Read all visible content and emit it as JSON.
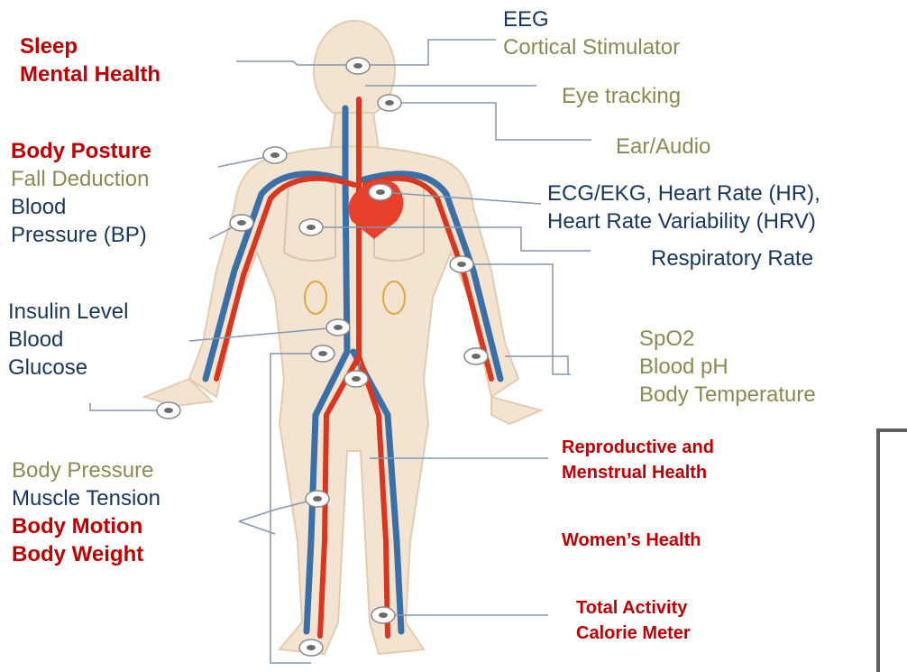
{
  "labels": {
    "sleep": "Sleep",
    "mental_health": "Mental Health",
    "body_posture": "Body Posture",
    "fall_deduction": "Fall Deduction",
    "blood": "Blood",
    "pressure_bp": "Pressure (BP)",
    "insulin_level": "Insulin Level",
    "blood2": "Blood",
    "glucose": "Glucose",
    "body_pressure": "Body Pressure",
    "muscle_tension": "Muscle Tension",
    "body_motion": "Body Motion",
    "body_weight": "Body Weight",
    "eeg": "EEG",
    "cortical_stimulator": "Cortical Stimulator",
    "eye_tracking": "Eye tracking",
    "ear_audio": "Ear/Audio",
    "ecg_line1": "ECG/EKG, Heart Rate (HR),",
    "ecg_line2": "Heart Rate Variability (HRV)",
    "respiratory_rate": "Respiratory Rate",
    "spo2": "SpO2",
    "blood_ph": "Blood pH",
    "body_temperature": "Body Temperature",
    "reproductive_line1": "Reproductive and",
    "reproductive_line2": "Menstrual Health",
    "womens_health": "Women’s Health",
    "total_activity": "Total Activity",
    "calorie_meter": "Calorie Meter"
  },
  "colors": {
    "emphasis_red": "#c00000",
    "navy": "#17375e",
    "olive": "#8c8a52",
    "leader_line": "#8496b0",
    "skin": "#f3e4d2",
    "artery": "#d9361f",
    "vein": "#3b6fa8"
  }
}
